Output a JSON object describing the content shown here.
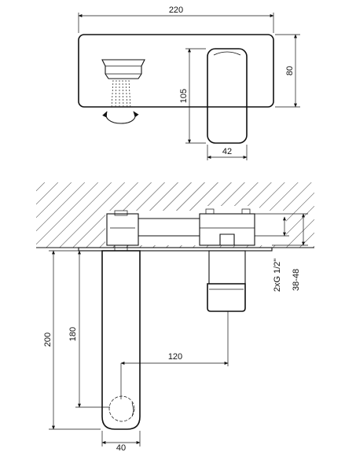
{
  "dimensions": {
    "plate_width": "220",
    "plate_height": "80",
    "handle_height": "105",
    "handle_width": "42",
    "thread_label": "2xG 1/2\"",
    "wall_depth_range": "38-48",
    "spout_reach": "120",
    "outlet_height": "180",
    "total_height": "200",
    "spout_width": "40"
  }
}
